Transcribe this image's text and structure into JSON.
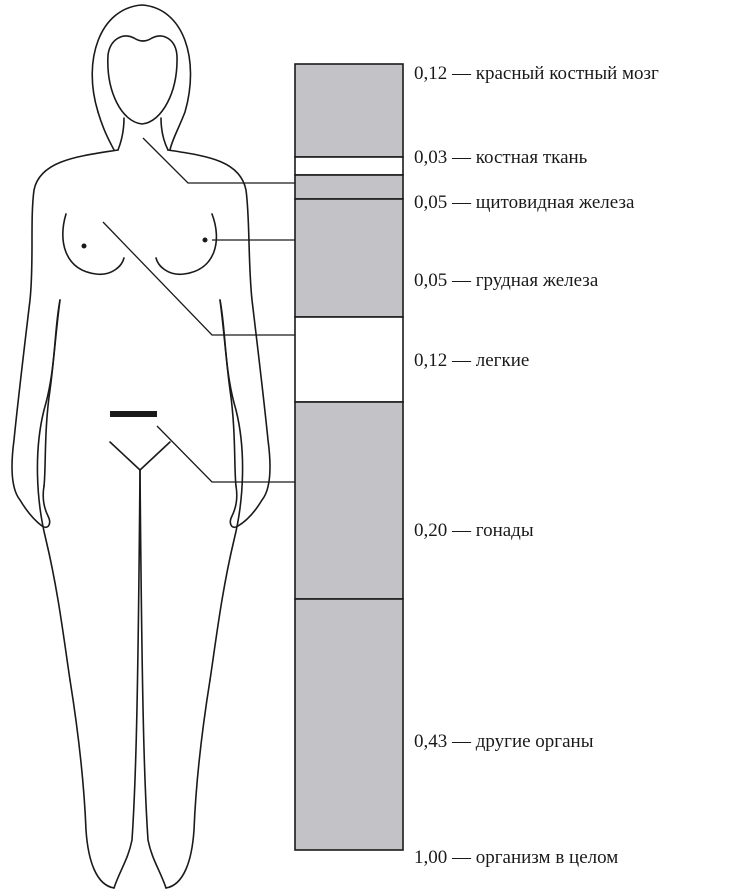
{
  "segments": [
    {
      "text": "0,12 — красный костный мозг",
      "weight": 0.12,
      "color": "#c2c2c7"
    },
    {
      "text": "0,03 — костная ткань",
      "weight": 0.03,
      "color": "#ffffff"
    },
    {
      "text": "0,05 — щитовидная железа",
      "weight": 0.05,
      "color": "#c2c2c7"
    },
    {
      "text": "0,05 — грудная железа",
      "weight": 0.05,
      "color": "#c2c2c7"
    },
    {
      "text": "0,12 — легкие",
      "weight": 0.12,
      "color": "#ffffff"
    },
    {
      "text": "0,20 — гонады",
      "weight": 0.2,
      "color": "#c2c2c7"
    },
    {
      "text": "0,43 — другие органы",
      "weight": 0.43,
      "color": "#c2c2c7"
    }
  ],
  "total": {
    "text": "1,00 — организм в целом",
    "weight": 1.0
  }
}
